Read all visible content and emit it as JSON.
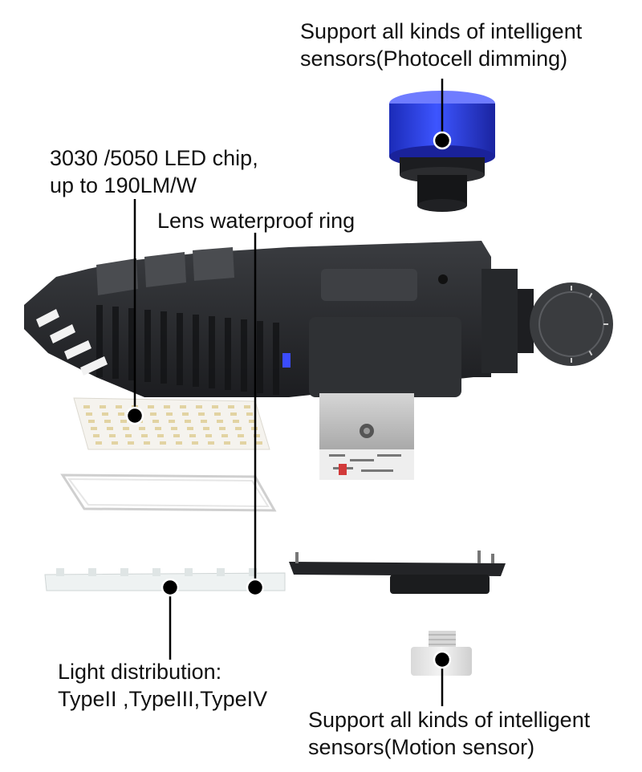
{
  "callouts": {
    "photocell": {
      "line1": "Support all kinds of intelligent",
      "line2": "sensors(Photocell dimming)"
    },
    "led_chip": {
      "line1": "3030 /5050 LED chip,",
      "line2": "up to 190LM/W"
    },
    "lens_ring": {
      "line1": "Lens waterproof ring"
    },
    "light_distribution": {
      "line1": "Light distribution:",
      "line2": "TypeII ,TypeIII,TypeIV"
    },
    "motion": {
      "line1": "Support all kinds of intelligent",
      "line2": "sensors(Motion sensor)"
    }
  },
  "colors": {
    "housing": "#2b2d30",
    "housing_dark": "#1b1c1e",
    "photocell_blue": "#2f3fe0",
    "pcb": "#f2f0ea",
    "led": "#e9dcb0",
    "driver": "#c7c7c7",
    "dial": "#3a3c3f",
    "marker": "#000000"
  }
}
